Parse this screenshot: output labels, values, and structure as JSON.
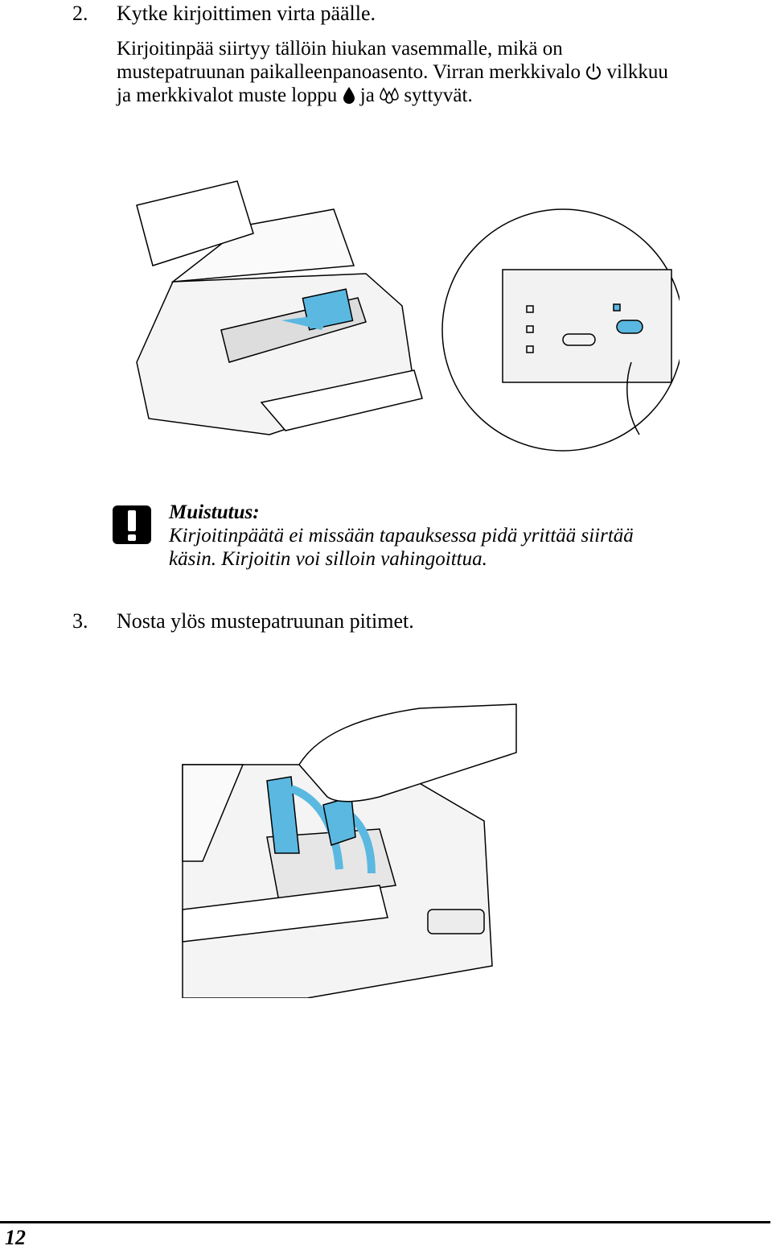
{
  "steps": [
    {
      "number": "2.",
      "text": "Kytke kirjoittimen virta päälle."
    },
    {
      "number": "3.",
      "text": "Nosta ylös mustepatruunan pitimet."
    }
  ],
  "step2_body": {
    "line1": "Kirjoitinpää siirtyy tällöin hiukan vasemmalle, mikä on",
    "line2_a": "mustepatruunan paikalleenpanoasento. Virran merkkivalo",
    "line2_b": "vilkkuu",
    "line3_a": "ja merkkivalot muste loppu",
    "line3_b": "ja",
    "line3_c": "syttyvät."
  },
  "icons": {
    "power": "power-icon",
    "black_ink_out": "black-ink-drop-icon",
    "color_ink_out": "color-ink-drops-icon",
    "caution": "caution-icon"
  },
  "note": {
    "title": "Muistutus:",
    "line1": "Kirjoitinpäätä ei missään tapauksessa pidä yrittää siirtää",
    "line2": "käsin. Kirjoitin voi silloin vahingoittua."
  },
  "footer": {
    "page_number": "12"
  },
  "colors": {
    "accent_blue": "#5bb8e0",
    "ink": "#000000",
    "paper": "#ffffff",
    "printer_body": "#f2f2f2"
  }
}
